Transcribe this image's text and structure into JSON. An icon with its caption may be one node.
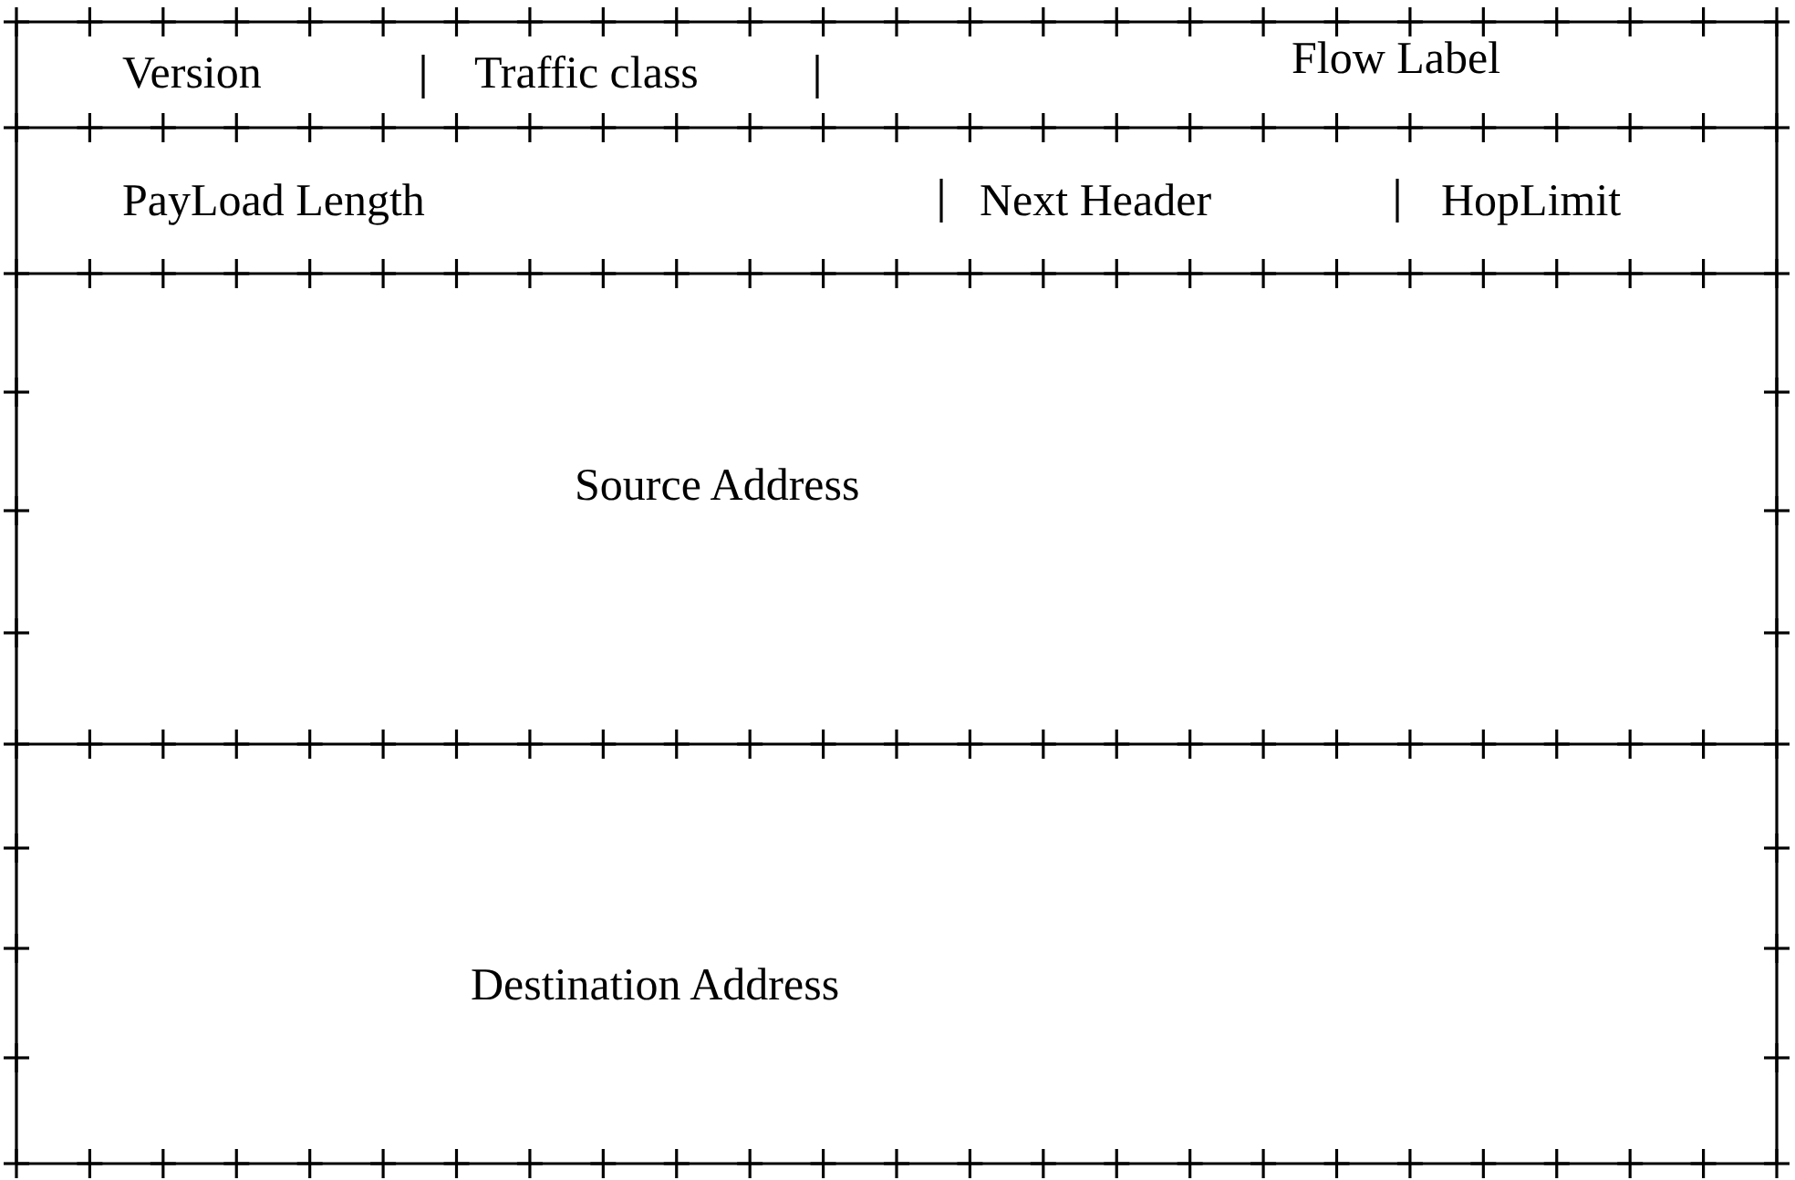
{
  "diagram": {
    "nodes": [
      {
        "text": [
          "Version"
        ]
      },
      {
        "text": [
          "Traffic class"
        ]
      },
      {
        "text": [
          "Flow Label"
        ]
      },
      {
        "text": [
          "PayLoad Length"
        ]
      },
      {
        "text": [
          "Next Header"
        ]
      },
      {
        "text": [
          "HopLimit"
        ]
      },
      {
        "text": [
          "Source Address"
        ]
      },
      {
        "text": [
          "Destination Address"
        ]
      }
    ]
  }
}
